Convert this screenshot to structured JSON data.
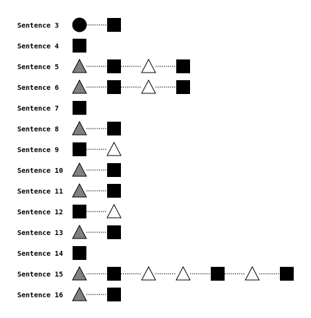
{
  "colors": {
    "circle": "#000000",
    "square": "#000000",
    "triangle_gray": "#808080",
    "triangle_white": "#ffffff",
    "stroke": "#000000",
    "connector": "#000000"
  },
  "rows": [
    {
      "label": "Sentence 3",
      "shapes": [
        "circle",
        "square"
      ]
    },
    {
      "label": "Sentence 4",
      "shapes": [
        "square"
      ]
    },
    {
      "label": "Sentence 5",
      "shapes": [
        "triangle-gray",
        "square",
        "triangle-white",
        "square"
      ]
    },
    {
      "label": "Sentence 6",
      "shapes": [
        "triangle-gray",
        "square",
        "triangle-white",
        "square"
      ]
    },
    {
      "label": "Sentence 7",
      "shapes": [
        "square"
      ]
    },
    {
      "label": "Sentence 8",
      "shapes": [
        "triangle-gray",
        "square"
      ]
    },
    {
      "label": "Sentence 9",
      "shapes": [
        "square",
        "triangle-white"
      ]
    },
    {
      "label": "Sentence 10",
      "shapes": [
        "triangle-gray",
        "square"
      ]
    },
    {
      "label": "Sentence 11",
      "shapes": [
        "triangle-gray",
        "square"
      ]
    },
    {
      "label": "Sentence 12",
      "shapes": [
        "square",
        "triangle-white"
      ]
    },
    {
      "label": "Sentence 13",
      "shapes": [
        "triangle-gray",
        "square"
      ]
    },
    {
      "label": "Sentence 14",
      "shapes": [
        "square"
      ]
    },
    {
      "label": "Sentence 15",
      "shapes": [
        "triangle-gray",
        "square",
        "triangle-white",
        "triangle-white",
        "square",
        "triangle-white",
        "square"
      ]
    },
    {
      "label": "Sentence 16",
      "shapes": [
        "triangle-gray",
        "square"
      ]
    }
  ]
}
